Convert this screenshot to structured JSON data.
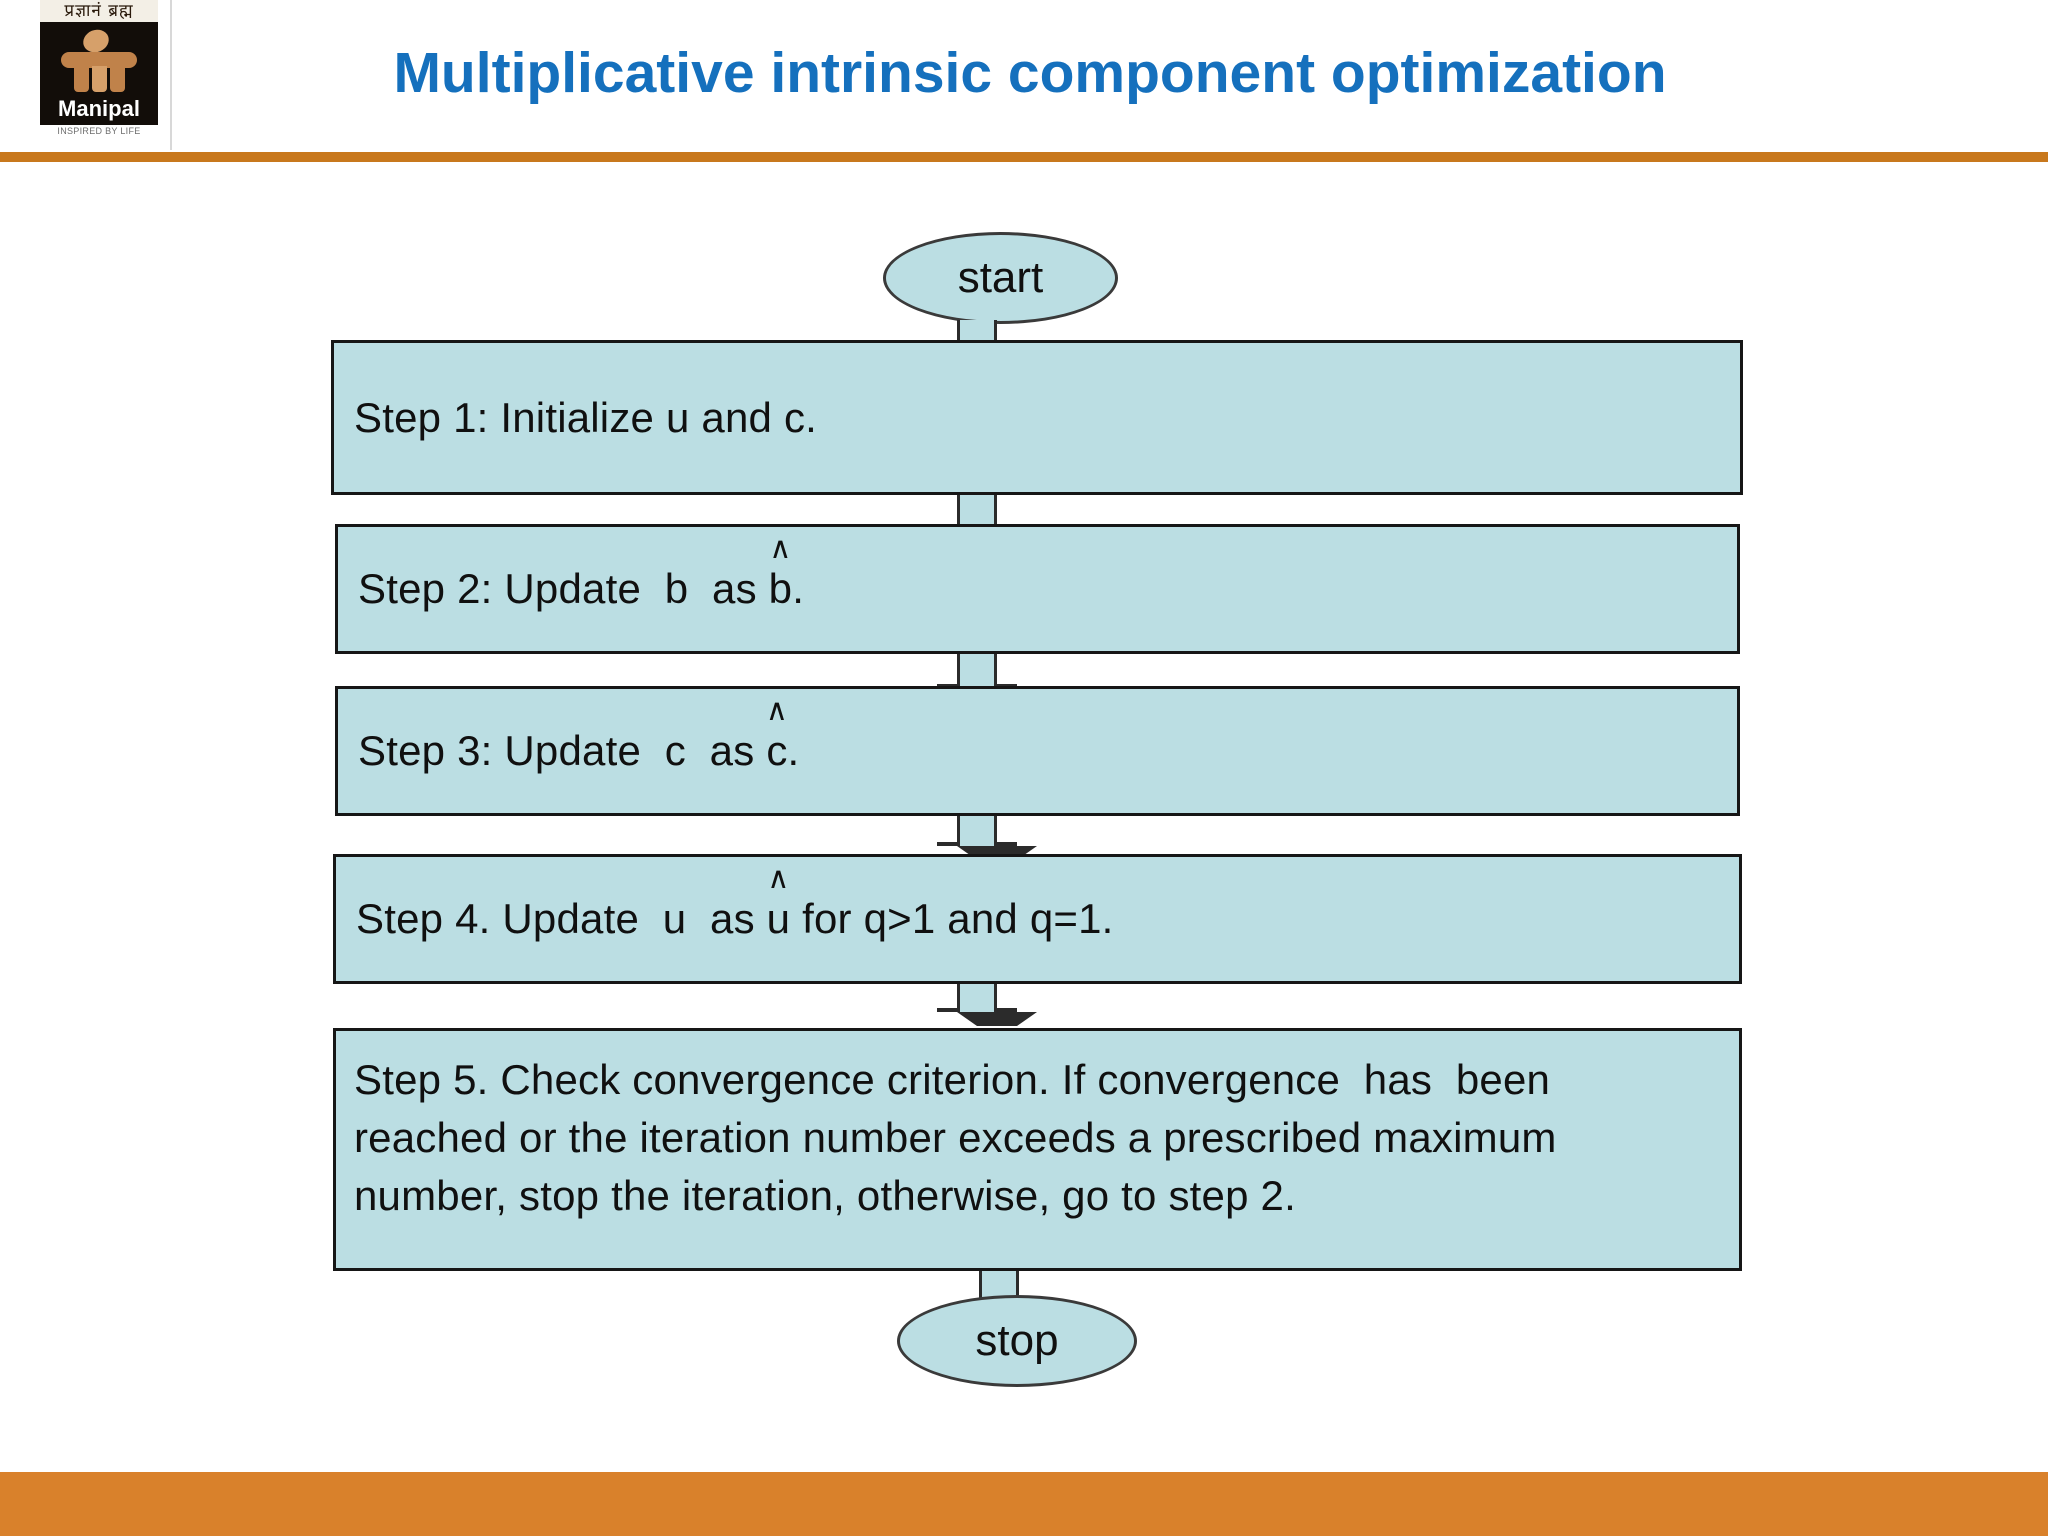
{
  "slide": {
    "title": "Multiplicative intrinsic component optimization",
    "title_color": "#1570BD",
    "rule_color_top": "#C8781D",
    "rule_color_bottom": "#D9812B",
    "background": "#FFFFFF"
  },
  "logo": {
    "devanagari": "प्रज्ञानं ब्रह्म",
    "wordmark": "Manipal",
    "tagline": "INSPIRED BY LIFE",
    "box_color": "#120D09",
    "figure_color": "#C0824A"
  },
  "chart_data": {
    "type": "diagram",
    "title": "Multiplicative intrinsic component optimization",
    "node_fill": "#BBDEE3",
    "node_stroke": "#161616",
    "nodes": [
      {
        "id": "start",
        "shape": "ellipse",
        "label": "start"
      },
      {
        "id": "step1",
        "shape": "rect",
        "label": "Step 1: Initialize u and c."
      },
      {
        "id": "step2",
        "shape": "rect",
        "label": "Step 2: Update b as b.",
        "hat_on": "b"
      },
      {
        "id": "step3",
        "shape": "rect",
        "label": "Step 3: Update c as c.",
        "hat_on": "c"
      },
      {
        "id": "step4",
        "shape": "rect",
        "label": "Step 4. Update u as u for q>1 and q=1.",
        "hat_on": "u"
      },
      {
        "id": "step5",
        "shape": "rect",
        "label": "Step 5. Check convergence criterion. If convergence has been reached or the iteration number exceeds a prescribed maximum number, stop the iteration, otherwise, go to step 2."
      },
      {
        "id": "stop",
        "shape": "ellipse",
        "label": "stop"
      }
    ],
    "edges": [
      {
        "from": "start",
        "to": "step1"
      },
      {
        "from": "step1",
        "to": "step2"
      },
      {
        "from": "step2",
        "to": "step3"
      },
      {
        "from": "step3",
        "to": "step4"
      },
      {
        "from": "step4",
        "to": "step5"
      },
      {
        "from": "step5",
        "to": "stop"
      }
    ]
  },
  "nodes": {
    "start": "start",
    "stop": "stop",
    "step1": "Step 1: Initialize u and c.",
    "step2_pre": "Step 2: Update  b  as ",
    "step2_var": "b",
    "step2_post": ".",
    "step3_pre": "Step 3: Update  c  as ",
    "step3_var": "c",
    "step3_post": ".",
    "step4_pre": "Step 4. Update  u  as ",
    "step4_var": "u",
    "step4_post": " for q>1 and q=1.",
    "step5_line1": "Step 5. Check convergence criterion. If convergence  has  been",
    "step5_line2": "reached or the iteration number exceeds a prescribed maximum",
    "step5_line3": "number, stop the iteration, otherwise, go to step 2.",
    "hat_glyph": "∧"
  }
}
